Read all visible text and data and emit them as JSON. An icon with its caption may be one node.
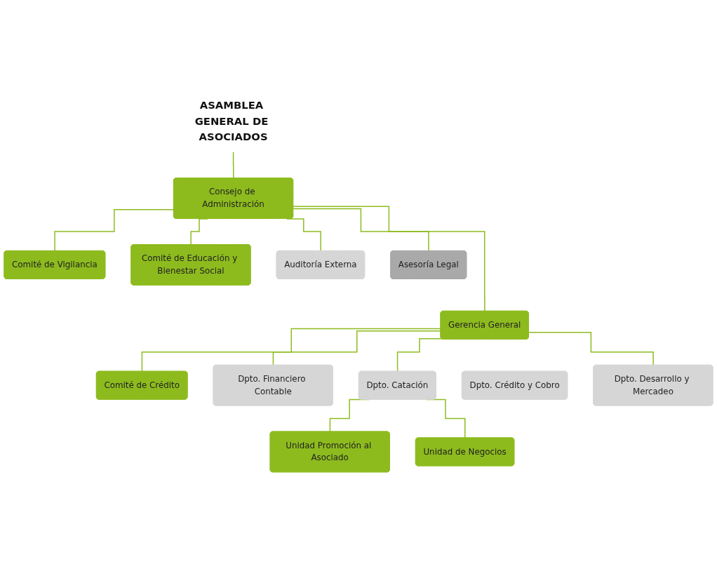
{
  "diagram": {
    "nodes": [
      {
        "text": [
          "ASAMBLEA GENERAL DE ASOCIADOS"
        ]
      },
      {
        "text": [
          "Comité de Vigilancia"
        ]
      },
      {
        "text": [
          "Consejo de Administración"
        ]
      },
      {
        "text": [
          "Comité de Educación y Bienestar Social"
        ]
      },
      {
        "text": [
          "Auditoría Externa"
        ]
      },
      {
        "text": [
          "Asesoría Legal"
        ]
      },
      {
        "text": [
          "Gerencia General"
        ]
      },
      {
        "text": [
          "Comité de Crédito"
        ]
      },
      {
        "text": [
          "Dpto. Financiero Contable"
        ]
      },
      {
        "text": [
          "Dpto. Catación"
        ]
      },
      {
        "text": [
          "Dpto. Crédito y Cobro"
        ]
      },
      {
        "text": [
          "Dpto. Desarrollo y Mercadeo"
        ]
      },
      {
        "text": [
          "Unidad Promoción al Asociado"
        ]
      },
      {
        "text": [
          "Unidad de Negocios"
        ]
      }
    ],
    "edges": [
      {
        "from": 0,
        "to": 2,
        "arrow": "none"
      },
      {
        "from": 2,
        "to": 1,
        "arrow": "none"
      },
      {
        "from": 2,
        "to": 3,
        "arrow": "none"
      },
      {
        "from": 2,
        "to": 4,
        "arrow": "none"
      },
      {
        "from": 2,
        "to": 5,
        "arrow": "none"
      },
      {
        "from": 2,
        "to": 6,
        "arrow": "none"
      },
      {
        "from": 6,
        "to": 7,
        "arrow": "none"
      },
      {
        "from": 6,
        "to": 8,
        "arrow": "none"
      },
      {
        "from": 6,
        "to": 9,
        "arrow": "none"
      },
      {
        "from": 6,
        "to": 11,
        "arrow": "none"
      },
      {
        "from": 9,
        "to": 12,
        "arrow": "none"
      },
      {
        "from": 9,
        "to": 13,
        "arrow": "none"
      }
    ]
  }
}
